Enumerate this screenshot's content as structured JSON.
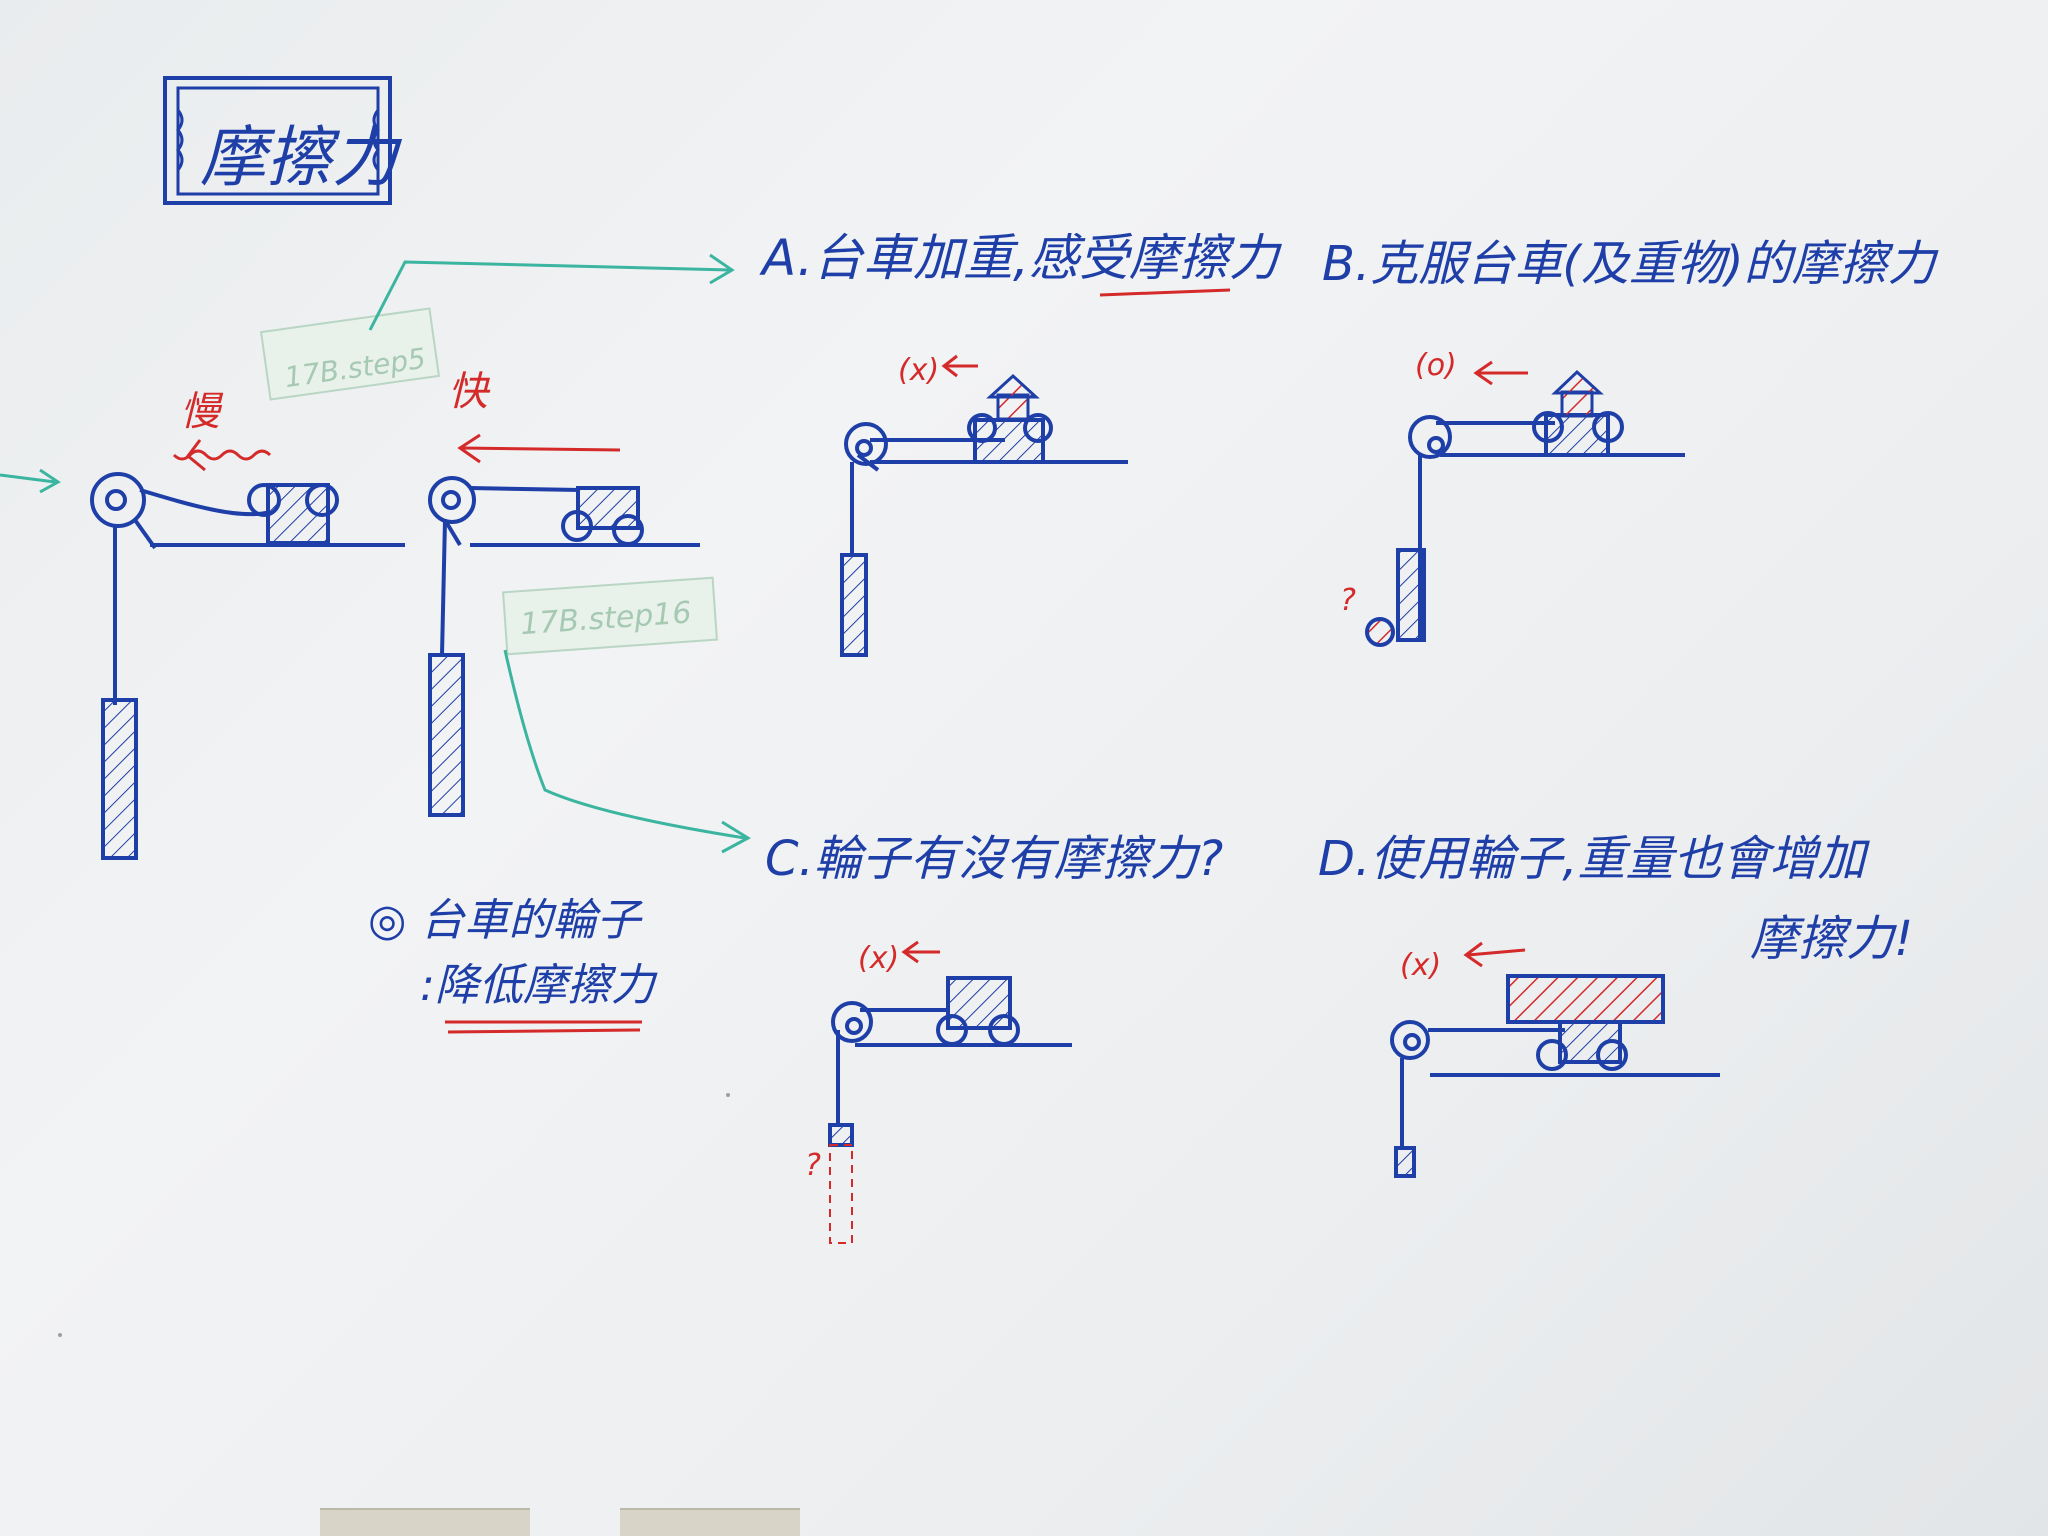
{
  "board": {
    "title": "摩擦力",
    "ink": {
      "blue": "#1f3fa8",
      "red": "#d42a2a",
      "green": "#3bb5a0"
    },
    "sticky_notes": [
      "17B.step5",
      "17B.step16"
    ],
    "left_panel": {
      "slow_label": "慢",
      "fast_label": "快",
      "note_line1": "◎ 台車的輪子",
      "note_line2": ":降低摩擦力"
    },
    "section_a": {
      "title_prefix": "A.台車加重,感受",
      "title_underlined": "摩擦力",
      "mark": "(x)"
    },
    "section_b": {
      "title": "B.克服台車(及重物)的摩擦力",
      "mark": "(o)",
      "question": "?"
    },
    "section_c": {
      "title": "C.輪子有沒有摩擦力?",
      "mark": "(x)",
      "question": "?"
    },
    "section_d": {
      "title_line1": "D.使用輪子,重量也會增加",
      "title_line2": "摩擦力!",
      "mark": "(x)"
    }
  }
}
